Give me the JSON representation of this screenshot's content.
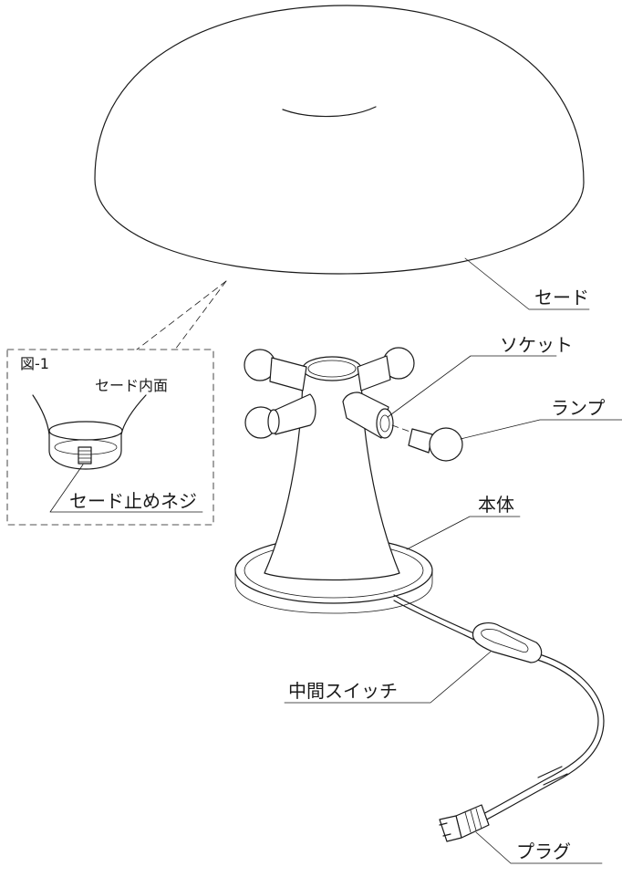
{
  "labels": {
    "shade": "セード",
    "socket": "ソケット",
    "lamp": "ランプ",
    "body": "本体",
    "switch": "中間スイッチ",
    "plug": "プラグ"
  },
  "inset": {
    "figure_label": "図-1",
    "shade_inner": "セード内面",
    "shade_screw": "セード止めネジ"
  }
}
